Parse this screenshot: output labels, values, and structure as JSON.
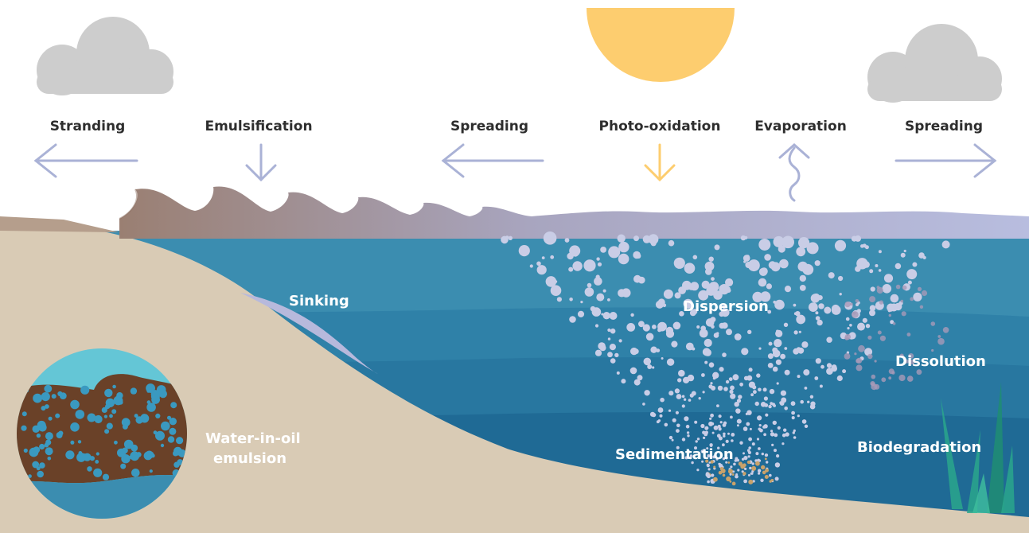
{
  "labels": {
    "stranding": "Stranding",
    "emulsification": "Emulsification",
    "spreading_left": "Spreading",
    "photo_oxidation": "Photo-oxidation",
    "evaporation": "Evaporation",
    "spreading_right": "Spreading",
    "sinking": "Sinking",
    "dispersion": "Dispersion",
    "dissolution": "Dissolution",
    "biodegradation": "Biodegradation",
    "sedimentation": "Sedimentation",
    "emulsion_line1": "Water-in-oil",
    "emulsion_line2": "emulsion"
  },
  "colors": {
    "sand": "#d9cbb5",
    "water_1": "#3b8db0",
    "water_2": "#2f81a8",
    "water_3": "#2877a0",
    "water_4": "#1f6a95",
    "sun": "#fdcd6f",
    "cloud": "#cdcdcd",
    "arrow": "#aab2d6",
    "oil": "#6a4128",
    "droplet": "#c9cde6",
    "seagrass": "#2aa68c"
  },
  "icons": [
    "sun-icon",
    "cloud-icon",
    "arrow-icon",
    "wave-icon",
    "seagrass-icon"
  ]
}
